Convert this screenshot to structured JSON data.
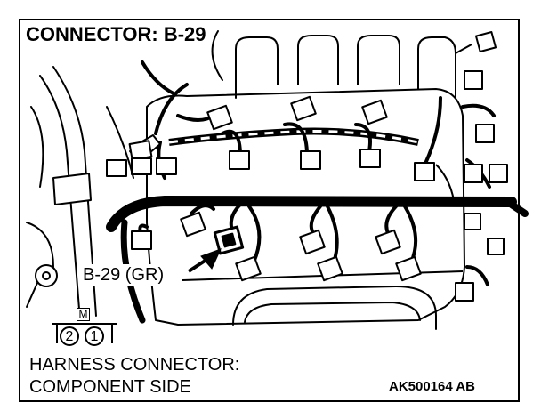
{
  "title": "CONNECTOR: B-29",
  "callout": "B-29 (GR)",
  "connector_face": {
    "key_label": "M",
    "pins": [
      "2",
      "1"
    ]
  },
  "harness_label_line1": "HARNESS CONNECTOR:",
  "harness_label_line2": "COMPONENT SIDE",
  "code": "AK500164 AB"
}
